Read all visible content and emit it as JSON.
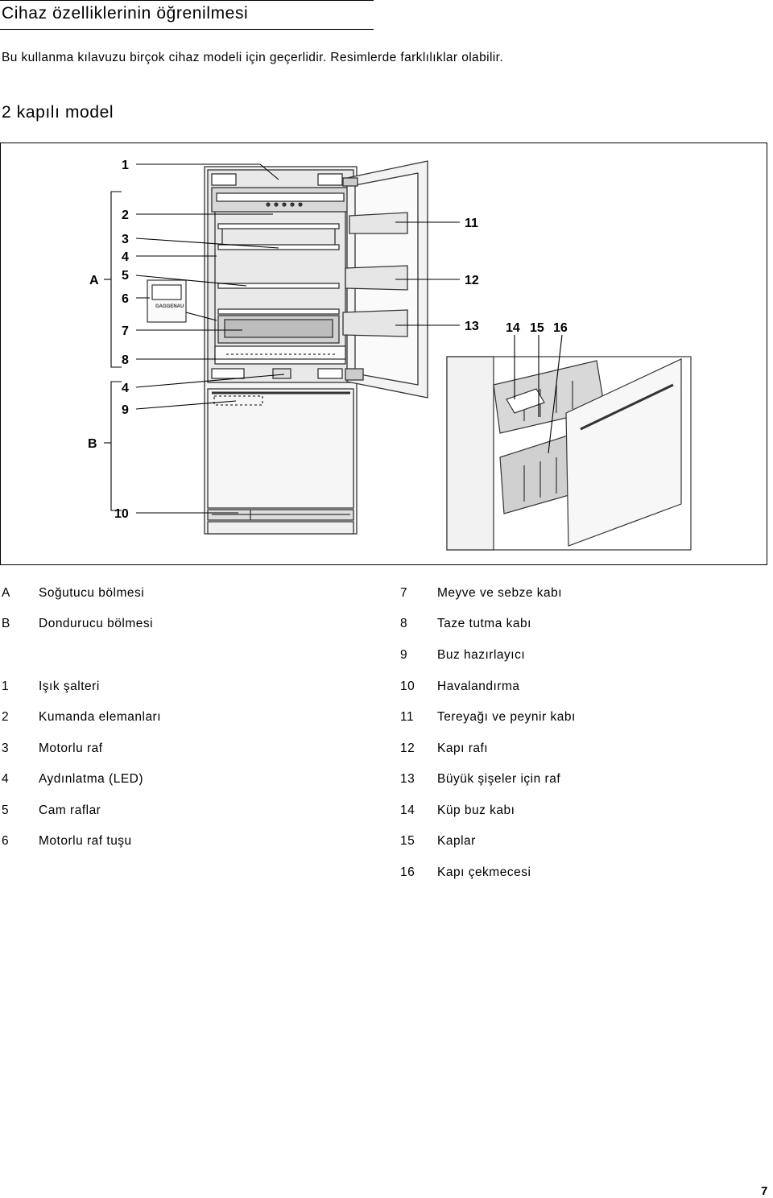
{
  "header": {
    "title": "Cihaz özelliklerinin öğrenilmesi",
    "intro": "Bu kullanma kılavuzu birçok cihaz modeli için geçerlidir. Resimlerde farklılıklar olabilir."
  },
  "section": {
    "heading": "2 kapılı model"
  },
  "figure": {
    "callouts": {
      "c1": "1",
      "c2": "2",
      "c3": "3",
      "c4a": "4",
      "c5": "5",
      "c6": "6",
      "c7": "7",
      "c8": "8",
      "c4b": "4",
      "c9": "9",
      "c10": "10",
      "c11": "11",
      "c12": "12",
      "c13": "13",
      "c14": "14",
      "c15": "15",
      "c16": "16",
      "cA": "A",
      "cB": "B"
    },
    "panel_brand": "GAGGENAU"
  },
  "legend": {
    "left": [
      {
        "key": "A",
        "label": "Soğutucu bölmesi"
      },
      {
        "key": "B",
        "label": "Dondurucu bölmesi"
      },
      {
        "key": "1",
        "label": "Işık şalteri"
      },
      {
        "key": "2",
        "label": "Kumanda elemanları"
      },
      {
        "key": "3",
        "label": "Motorlu raf"
      },
      {
        "key": "4",
        "label": "Aydınlatma (LED)"
      },
      {
        "key": "5",
        "label": "Cam raflar"
      },
      {
        "key": "6",
        "label": "Motorlu raf tuşu"
      }
    ],
    "right": [
      {
        "key": "7",
        "label": "Meyve ve sebze kabı"
      },
      {
        "key": "8",
        "label": "Taze tutma kabı"
      },
      {
        "key": "9",
        "label": "Buz hazırlayıcı"
      },
      {
        "key": "10",
        "label": "Havalandırma"
      },
      {
        "key": "11",
        "label": "Tereyağı ve peynir kabı"
      },
      {
        "key": "12",
        "label": "Kapı rafı"
      },
      {
        "key": "13",
        "label": "Büyük şişeler için raf"
      },
      {
        "key": "14",
        "label": "Küp buz kabı"
      },
      {
        "key": "15",
        "label": "Kaplar"
      },
      {
        "key": "16",
        "label": "Kapı çekmecesi"
      }
    ]
  },
  "page": {
    "number": "7"
  }
}
